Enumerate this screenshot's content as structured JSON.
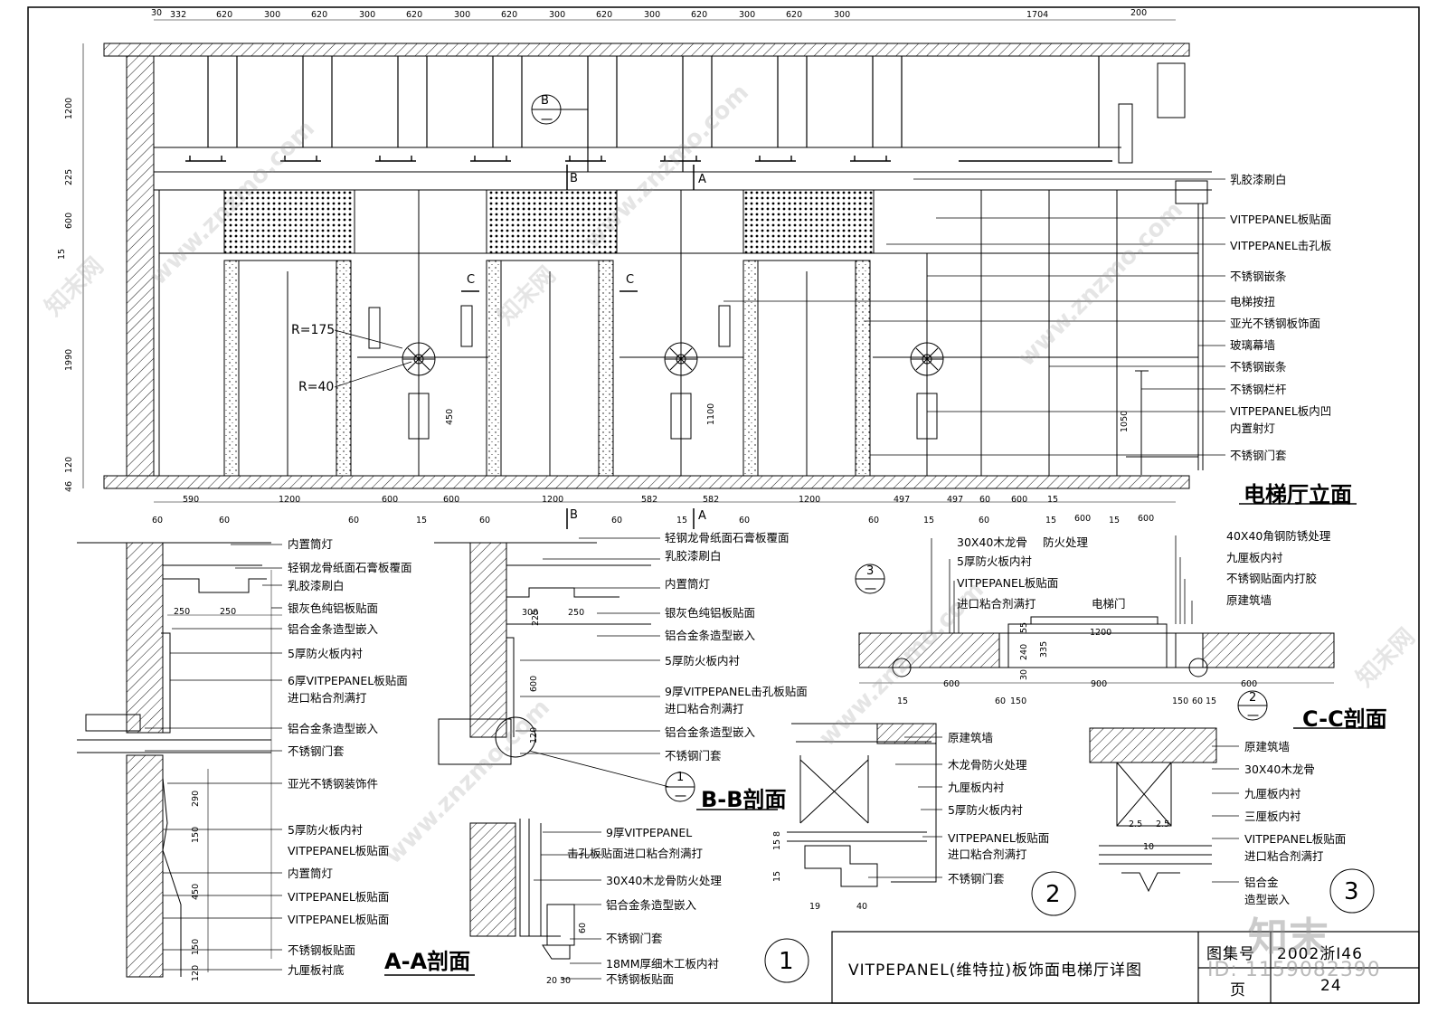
{
  "top_dims": [
    "30",
    "332",
    "620",
    "300",
    "620",
    "300",
    "620",
    "300",
    "620",
    "300",
    "620",
    "300",
    "620",
    "300",
    "620",
    "300",
    "1704",
    "200"
  ],
  "left_dims": [
    "1200",
    "225",
    "600",
    "15",
    "1990",
    "120",
    "46"
  ],
  "bottom_dims_a": [
    "590",
    "1200",
    "600",
    "600",
    "1200",
    "582",
    "582",
    "1200",
    "497",
    "497",
    "600",
    "600",
    "600"
  ],
  "bottom_dims_b": [
    "60",
    "60",
    "60",
    "15",
    "60",
    "60",
    "15",
    "60",
    "60",
    "15",
    "60",
    "15",
    "60",
    "15",
    "15"
  ],
  "elevation_dims": [
    "450",
    "1100",
    "1050"
  ],
  "radius_labels": [
    "R=175",
    "R=40"
  ],
  "section_marks": {
    "b": "B",
    "a": "A",
    "c": "C",
    "one": "一",
    "n1": "1",
    "n2": "2",
    "n3": "3"
  },
  "elevation_callouts": [
    "乳胶漆刷白",
    "VITPEPANEL板贴面",
    "VITPEPANEL击孔板",
    "不锈钢嵌条",
    "电梯按扭",
    "亚光不锈钢板饰面",
    "玻璃幕墙",
    "不锈钢嵌条",
    "不锈钢栏杆",
    "VITPEPANEL板内凹",
    "内置射灯",
    "不锈钢门套"
  ],
  "elevation_title": "电梯厅立面",
  "aa_callouts": [
    "内置筒灯",
    "轻钢龙骨纸面石膏板覆面",
    "乳胶漆刷白",
    "银灰色纯铝板贴面",
    "铝合金条造型嵌入",
    "5厚防火板内衬",
    "6厚VITPEPANEL板贴面",
    "进口粘合剂满打",
    "铝合金条造型嵌入",
    "不锈钢门套",
    "亚光不锈钢装饰件",
    "5厚防火板内衬",
    "VITPEPANEL板贴面",
    "内置筒灯",
    "VITPEPANEL板贴面",
    "VITPEPANEL板贴面",
    "不锈钢板贴面",
    "九厘板衬底"
  ],
  "aa_dims": [
    "250",
    "250",
    "290",
    "150",
    "450",
    "150",
    "120"
  ],
  "aa_title": "A-A剖面",
  "bb_callouts": [
    "轻钢龙骨纸面石膏板覆面",
    "乳胶漆刷白",
    "内置筒灯",
    "银灰色纯铝板贴面",
    "铝合金条造型嵌入",
    "5厚防火板内衬",
    "9厚VITPEPANEL击孔板贴面",
    "进口粘合剂满打",
    "铝合金条造型嵌入",
    "不锈钢门套"
  ],
  "bb_dims": [
    "300",
    "250",
    "225",
    "600",
    "120"
  ],
  "bb_title": "B-B剖面",
  "d1_callouts": [
    "9厚VITPEPANEL",
    "击孔板贴面进口粘合剂满打",
    "30X40木龙骨防火处理",
    "铝合金条造型嵌入",
    "不锈钢门套",
    "18MM厚细木工板内衬",
    "不锈钢板贴面"
  ],
  "d1_dims": [
    "60",
    "20",
    "30"
  ],
  "cc_callouts": [
    "30X40木龙骨",
    "防火处理",
    "5厚防火板内衬",
    "VITPEPANEL板贴面",
    "进口粘合剂满打",
    "电梯门",
    "40X40角钢防锈处理",
    "九厘板内衬",
    "不锈钢贴面内打胶",
    "原建筑墙"
  ],
  "cc_dims": [
    "15",
    "600",
    "60",
    "150",
    "900",
    "150",
    "60",
    "600",
    "15",
    "55",
    "1200",
    "240",
    "335",
    "30"
  ],
  "cc_title": "C-C剖面",
  "d2_callouts": [
    "原建筑墙",
    "木龙骨防火处理",
    "九厘板内衬",
    "5厚防火板内衬",
    "VITPEPANEL板贴面",
    "进口粘合剂满打",
    "不锈钢门套"
  ],
  "d2_dims": [
    "15",
    "8",
    "15",
    "19",
    "40"
  ],
  "d3_callouts": [
    "原建筑墙",
    "30X40木龙骨",
    "九厘板内衬",
    "三厘板内衬",
    "VITPEPANEL板贴面",
    "进口粘合剂满打",
    "铝合金",
    "造型嵌入"
  ],
  "d3_dims": [
    "2.5",
    "2.5",
    "10"
  ],
  "title_block": {
    "drawing_title": "VITPEPANEL(维特拉)板饰面电梯厅详图",
    "atlas_label": "图集号",
    "atlas_no": "2002浙I46",
    "page_label": "页",
    "page_no": "24"
  },
  "watermark": {
    "brand": "知末",
    "id": "ID: 1159082390",
    "site": "www.znzmo.com",
    "logo": "知末网"
  }
}
